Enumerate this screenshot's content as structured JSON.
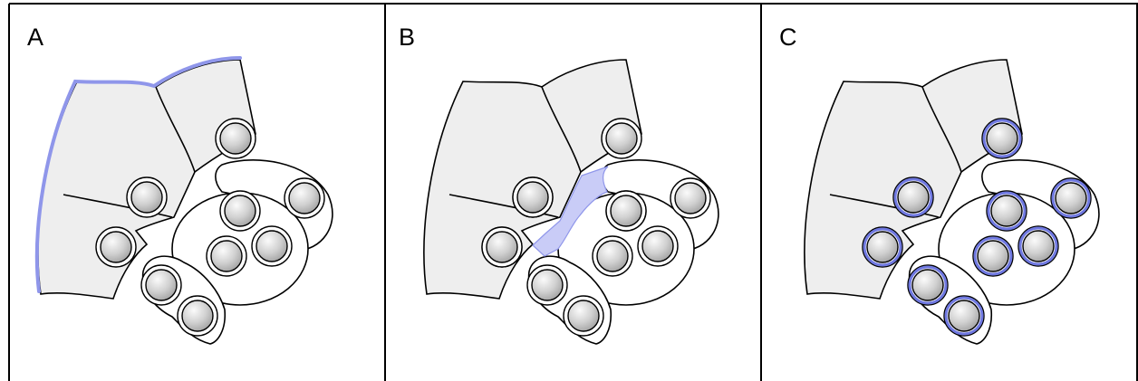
{
  "panels": [
    {
      "label": "A",
      "highlight": "outer-surface"
    },
    {
      "label": "B",
      "highlight": "intercellular-space"
    },
    {
      "label": "C",
      "highlight": "nuclear-envelope"
    }
  ],
  "colors": {
    "cell_fill": "#eeeeee",
    "cell_outline": "#000000",
    "highlight": "#8f96ea",
    "highlight_fill": "#c9ccf7",
    "nucleus_shade": "#a9a9a9",
    "border": "#000000",
    "background": "#ffffff"
  }
}
